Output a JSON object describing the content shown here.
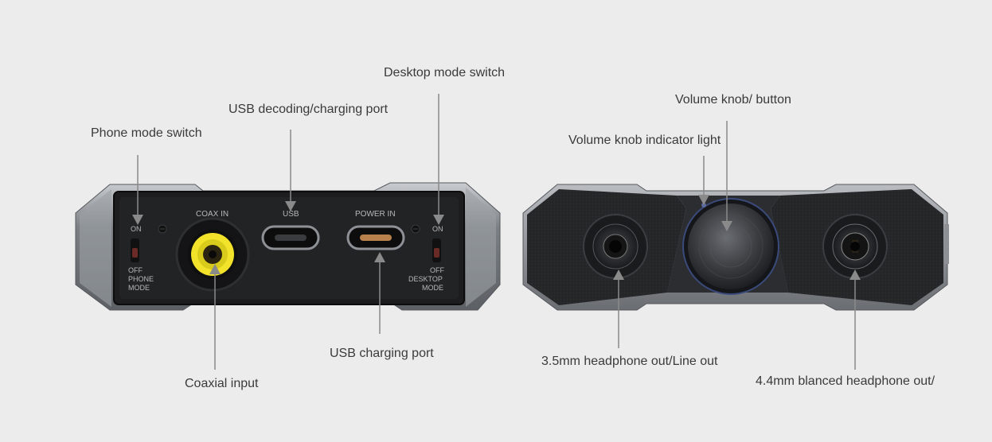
{
  "callouts": {
    "desktop_mode_switch": "Desktop mode switch",
    "usb_decoding_charging_port": "USB decoding/charging port",
    "phone_mode_switch": "Phone mode switch",
    "coaxial_input": "Coaxial input",
    "usb_charging_port": "USB charging port",
    "volume_knob_button": "Volume knob/ button",
    "volume_knob_indicator_light": "Volume knob indicator light",
    "headphone_35_out": "3.5mm headphone out/Line out",
    "headphone_44_out": "4.4mm blanced headphone out/"
  },
  "panel_labels": {
    "coax_in": "COAX IN",
    "usb": "USB",
    "power_in": "POWER IN",
    "on_left": "ON",
    "off_left": "OFF",
    "phone_mode_1": "PHONE",
    "phone_mode_2": "MODE",
    "on_right": "ON",
    "off_right": "OFF",
    "desktop_mode_1": "DESKTOP",
    "desktop_mode_2": "MODE"
  },
  "colors": {
    "background": "#ececec",
    "device_frame": "#7f8286",
    "panel": "#1d1d1f",
    "coax_ring": "#f2e32a",
    "leader_line": "#8a8a8a",
    "callout_text": "#3a3a3a"
  },
  "icons": {
    "arrow": "arrowhead-icon",
    "screw": "screw-icon"
  }
}
